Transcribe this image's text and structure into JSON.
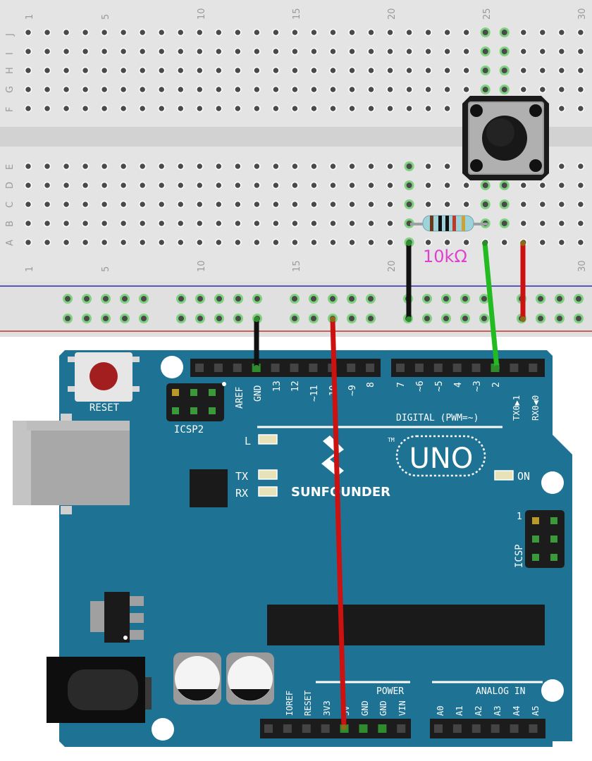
{
  "breadboard": {
    "row_letters_top": [
      "J",
      "I",
      "H",
      "G",
      "F"
    ],
    "row_letters_bottom": [
      "E",
      "D",
      "C",
      "B",
      "A"
    ],
    "column_numbers": [
      "1",
      "5",
      "10",
      "15",
      "20",
      "25",
      "30"
    ],
    "resistor_label": "10kΩ",
    "colors": {
      "body": "#e6e6e6",
      "hole": "#4a4a4a",
      "active_hole": "#7fd17f",
      "rail_blue": "#2a2ab0",
      "rail_red": "#c0392b",
      "resistor_label": "#e040d0"
    }
  },
  "board": {
    "reset_label": "RESET",
    "icsp2_label": "ICSP2",
    "icsp_label": "ICSP",
    "icsp_pin1_label": "1",
    "aref_label": "AREF",
    "gnd_label": "GND",
    "top_pin_labels_left": [
      "13",
      "12",
      "~11",
      "~10",
      "~9",
      "8"
    ],
    "top_pin_labels_right": [
      "7",
      "~6",
      "~5",
      "4",
      "~3",
      "2",
      "TX0▶1",
      "RX0◀0"
    ],
    "digital_label": "DIGITAL (PWM=~)",
    "led_l_label": "L",
    "tx_label": "TX",
    "rx_label": "RX",
    "on_label": "ON",
    "brand_label": "SUNFOUNDER",
    "model_label": "UNO",
    "tm_label": "TM",
    "power_label": "POWER",
    "power_pins": [
      "IOREF",
      "RESET",
      "3V3",
      "5V",
      "GND",
      "GND",
      "VIN"
    ],
    "analog_label": "ANALOG IN",
    "analog_pins": [
      "A0",
      "A1",
      "A2",
      "A3",
      "A4",
      "A5"
    ],
    "colors": {
      "pcb": "#1e7394",
      "header": "#1c1c1c",
      "reset_button": "#a31f1f"
    }
  },
  "wires": {
    "colors": {
      "black": "#111111",
      "red": "#cc1111",
      "green": "#22bb22"
    }
  }
}
